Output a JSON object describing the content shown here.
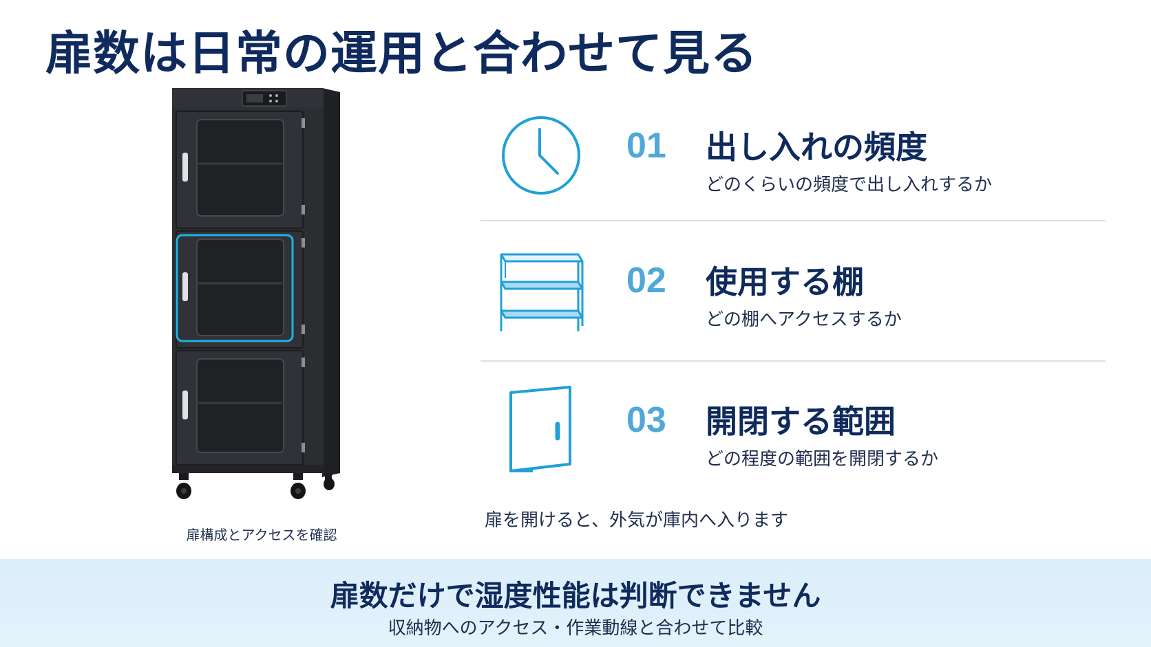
{
  "title": "扉数は日常の運用と合わせて見る",
  "cabinet_caption": "扉構成とアクセスを確認",
  "items": [
    {
      "number": "01",
      "title": "出し入れの頻度",
      "description": "どのくらいの頻度で出し入れするか",
      "icon": "clock-icon"
    },
    {
      "number": "02",
      "title": "使用する棚",
      "description": "どの棚へアクセスするか",
      "icon": "shelf-icon"
    },
    {
      "number": "03",
      "title": "開閉する範囲",
      "description": "どの程度の範囲を開閉するか",
      "icon": "door-icon"
    }
  ],
  "note": "扉を開けると、外気が庫内へ入ります",
  "banner": {
    "main": "扉数だけで湿度性能は判断できません",
    "sub": "収納物へのアクセス・作業動線と合わせて比較"
  },
  "colors": {
    "navy": "#0f2a5c",
    "accent": "#1fa0d6",
    "number": "#4fa8d8",
    "banner_bg": "#dbeefa",
    "cabinet": "#2b2d31"
  }
}
